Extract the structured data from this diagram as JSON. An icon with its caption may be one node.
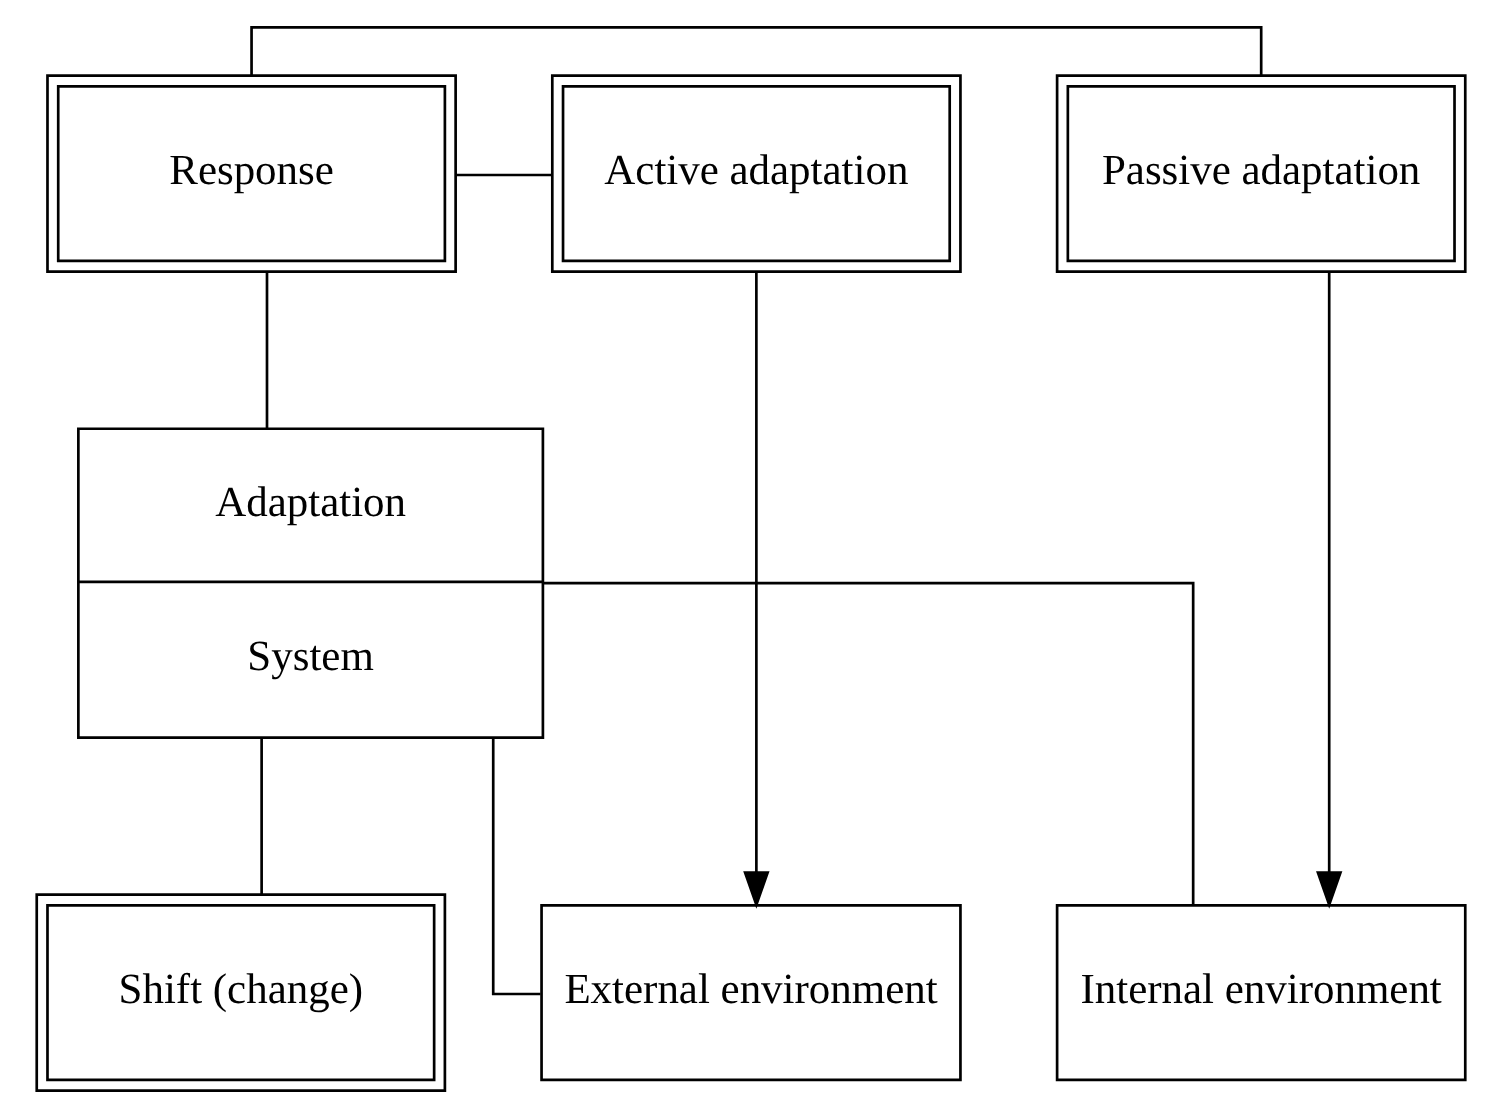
{
  "diagram": {
    "nodes": [
      {
        "text": [
          "Passive adaptation"
        ]
      },
      {
        "text": [
          "Response"
        ]
      },
      {
        "text": [
          "Active adaptation"
        ]
      },
      {
        "text": [
          "Adaptation",
          "System"
        ]
      },
      {
        "text": [
          "Internal environment"
        ]
      },
      {
        "text": [
          "Shift (change)"
        ]
      },
      {
        "text": [
          "External environment"
        ]
      }
    ],
    "edges": [
      {
        "from": 1,
        "to": 0,
        "arrow": "none"
      },
      {
        "from": 1,
        "to": 2,
        "arrow": "none"
      },
      {
        "from": 1,
        "to": 3,
        "arrow": "none"
      },
      {
        "from": 0,
        "to": 4,
        "arrow": "to"
      },
      {
        "from": 2,
        "to": 6,
        "arrow": "to"
      },
      {
        "from": 3,
        "to": 4,
        "arrow": "none"
      },
      {
        "from": 3,
        "to": 5,
        "arrow": "none"
      },
      {
        "from": 3,
        "to": 6,
        "arrow": "none"
      }
    ]
  }
}
